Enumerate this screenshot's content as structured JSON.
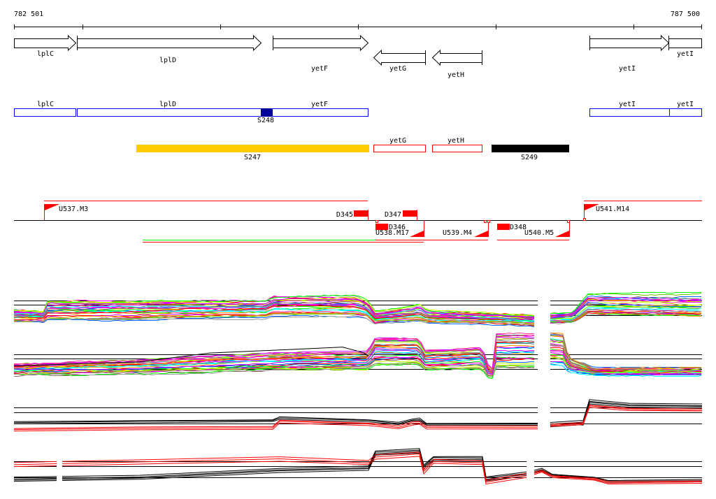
{
  "ruler": {
    "start_label": "782 501",
    "end_label": "787 500"
  },
  "genes_arrows": [
    {
      "name": "lplC",
      "strand": "+"
    },
    {
      "name": "lplD",
      "strand": "+"
    },
    {
      "name": "yetF",
      "strand": "+"
    },
    {
      "name": "yetG",
      "strand": "-"
    },
    {
      "name": "yetH",
      "strand": "-"
    },
    {
      "name": "yetI",
      "strand": "+"
    },
    {
      "name": "yetI",
      "strand": "+"
    }
  ],
  "operons": {
    "labels": [
      "lplC",
      "lplD",
      "yetF",
      "yetI",
      "yetI"
    ],
    "highlight": "S248"
  },
  "segments": {
    "s247": "S247",
    "yetG": "yetG",
    "yetH": "yetH",
    "s249": "S249"
  },
  "transcription_units": {
    "u537": "U537.M3",
    "u541": "U541.M14",
    "d345": "D345",
    "d347": "D347",
    "d346": "D346",
    "u538": "U538.M17",
    "u539": "U539.M4",
    "d348": "D348",
    "u540": "U540.M5"
  },
  "colors": {
    "operon_outline": "#0000ff",
    "highlight": "#000099",
    "s247": "#ffcc00",
    "s249": "#000000",
    "tu_red": "#ff0000",
    "tu_green": "#00ff00",
    "series_palette": [
      "#ff0000",
      "#00ff00",
      "#0066ff",
      "#ff00ff",
      "#00ffff",
      "#ff9900",
      "#ccff00",
      "#999999",
      "#996666",
      "#cc00ff",
      "#66cc00",
      "#ff3399"
    ]
  }
}
